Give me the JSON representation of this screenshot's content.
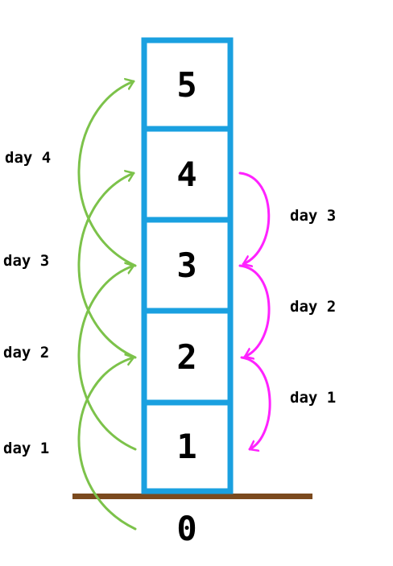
{
  "colors": {
    "box_border": "#1aa0e0",
    "ground": "#7b4a1e",
    "up_arrow": "#7cc24a",
    "down_arrow": "#ff22ff",
    "text": "#000000"
  },
  "levels": [
    "1",
    "2",
    "3",
    "4",
    "5"
  ],
  "ground_label": "0",
  "up_moves": [
    {
      "label": "day 1",
      "from": 0,
      "to": 2
    },
    {
      "label": "day 2",
      "from": 1,
      "to": 3
    },
    {
      "label": "day 3",
      "from": 2,
      "to": 4
    },
    {
      "label": "day 4",
      "from": 3,
      "to": 5
    }
  ],
  "down_moves": [
    {
      "label": "day 3",
      "from": 4,
      "to": 3
    },
    {
      "label": "day 2",
      "from": 3,
      "to": 2
    },
    {
      "label": "day 1",
      "from": 2,
      "to": 1
    }
  ]
}
